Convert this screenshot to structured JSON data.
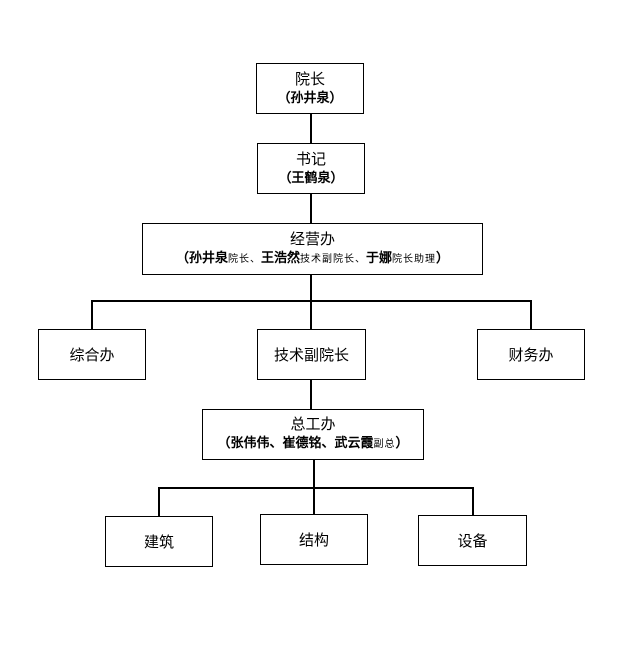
{
  "president": {
    "title": "院长",
    "sub": "（孙井泉）"
  },
  "secretary": {
    "title": "书记",
    "sub": "（王鹤泉）"
  },
  "office": {
    "title": "经营办",
    "sub": {
      "open": "（",
      "p1": "孙井泉",
      "r1": "院长、",
      "p2": "王浩然",
      "r2": "技术副院长、",
      "p3": "于娜",
      "r3": "院长助理",
      "close": "）"
    }
  },
  "level3": {
    "left": "综合办",
    "center": "技术副院长",
    "right": "财务办"
  },
  "chief": {
    "title": "总工办",
    "sub": {
      "open": "（",
      "names": "张伟伟、崔德铭、武云霞",
      "role": "副总",
      "close": "）"
    }
  },
  "level5": {
    "left": "建筑",
    "center": "结构",
    "right": "设备"
  }
}
